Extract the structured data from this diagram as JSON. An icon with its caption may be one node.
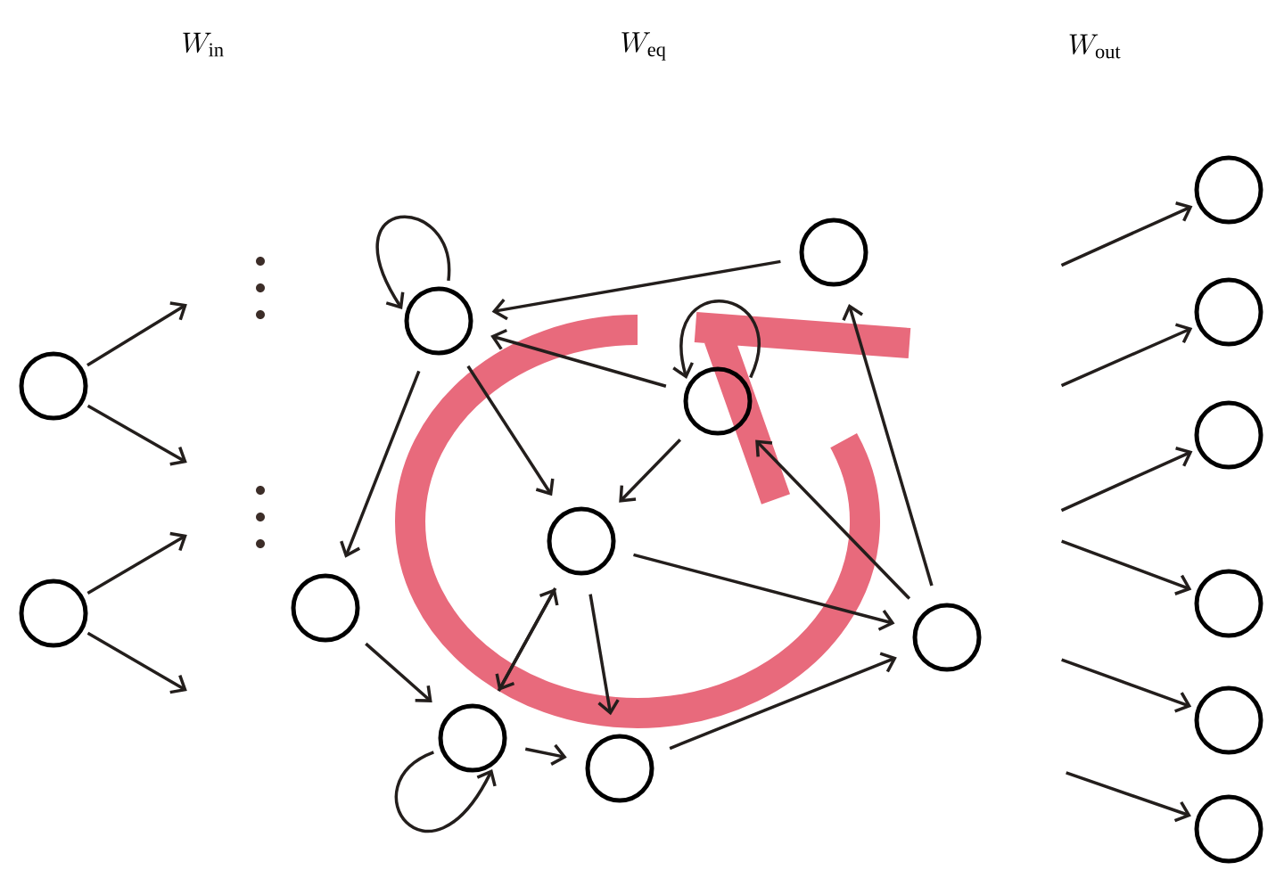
{
  "diagram": {
    "nodes": [
      {
        "text": [],
        "shape": "circle"
      },
      {
        "text": [],
        "shape": "circle"
      },
      {
        "text": [],
        "shape": "circle"
      },
      {
        "text": [],
        "shape": "circle"
      },
      {
        "text": [],
        "shape": "circle"
      },
      {
        "text": [],
        "shape": "circle"
      },
      {
        "text": [],
        "shape": "circle"
      },
      {
        "text": [],
        "shape": "circle"
      },
      {
        "text": [],
        "shape": "circle"
      },
      {
        "text": [],
        "shape": "circle"
      },
      {
        "text": [],
        "shape": "circle"
      },
      {
        "text": [],
        "shape": "circle"
      },
      {
        "text": [],
        "shape": "circle"
      },
      {
        "text": [],
        "shape": "circle"
      },
      {
        "text": [],
        "shape": "circle"
      },
      {
        "text": [],
        "shape": "circle"
      }
    ],
    "edges": [
      {
        "from": 0,
        "to": null,
        "arrow": "to"
      },
      {
        "from": 0,
        "to": null,
        "arrow": "to"
      },
      {
        "from": 1,
        "to": null,
        "arrow": "to"
      },
      {
        "from": 1,
        "to": null,
        "arrow": "to"
      },
      {
        "from": 2,
        "to": 2,
        "arrow": "to"
      },
      {
        "from": 3,
        "to": 2,
        "arrow": "to"
      },
      {
        "from": 4,
        "to": 2,
        "arrow": "to"
      },
      {
        "from": 4,
        "to": 4,
        "arrow": "to"
      },
      {
        "from": 2,
        "to": 6,
        "arrow": "to"
      },
      {
        "from": 2,
        "to": 5,
        "arrow": "to"
      },
      {
        "from": 4,
        "to": 5,
        "arrow": "to"
      },
      {
        "from": 9,
        "to": 4,
        "arrow": "to"
      },
      {
        "from": 9,
        "to": 3,
        "arrow": "to"
      },
      {
        "from": 5,
        "to": 9,
        "arrow": "to"
      },
      {
        "from": 5,
        "to": 7,
        "arrow": "to"
      },
      {
        "from": 7,
        "to": 5,
        "arrow": "to"
      },
      {
        "from": 5,
        "to": 8,
        "arrow": "to"
      },
      {
        "from": 6,
        "to": 7,
        "arrow": "to"
      },
      {
        "from": 7,
        "to": 7,
        "arrow": "to"
      },
      {
        "from": 7,
        "to": 8,
        "arrow": "to"
      },
      {
        "from": 8,
        "to": 9,
        "arrow": "to"
      },
      {
        "from": null,
        "to": 10,
        "arrow": "to"
      },
      {
        "from": null,
        "to": 11,
        "arrow": "to"
      },
      {
        "from": null,
        "to": 12,
        "arrow": "to"
      },
      {
        "from": null,
        "to": 13,
        "arrow": "to"
      },
      {
        "from": null,
        "to": 14,
        "arrow": "to"
      },
      {
        "from": null,
        "to": 15,
        "arrow": "to"
      }
    ],
    "labels": [
      "W_{\\mathrm{in}}",
      "W_{\\mathrm{eq}}",
      "W_{\\mathrm{out}}"
    ]
  }
}
